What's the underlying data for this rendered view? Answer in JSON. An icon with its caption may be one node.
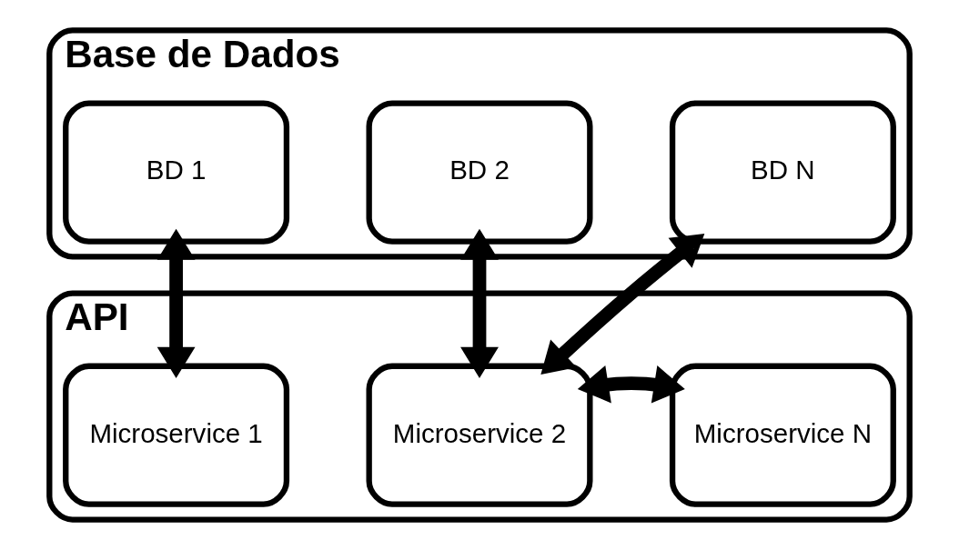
{
  "diagram": {
    "nodes": [
      {
        "text": [
          "Base de Dados"
        ]
      },
      {
        "text": [
          "BD 1"
        ],
        "in": 0
      },
      {
        "text": [
          "BD 2"
        ],
        "in": 0
      },
      {
        "text": [
          "BD N"
        ],
        "in": 0
      },
      {
        "text": [
          "API"
        ]
      },
      {
        "text": [
          "Microservice 1"
        ],
        "in": 4
      },
      {
        "text": [
          "Microservice 2"
        ],
        "in": 4
      },
      {
        "text": [
          "Microservice N"
        ],
        "in": 4
      }
    ],
    "edges": [
      {
        "from": 1,
        "to": 5,
        "arrow": "both"
      },
      {
        "from": 2,
        "to": 6,
        "arrow": "both"
      },
      {
        "from": 3,
        "to": 6,
        "arrow": "both"
      },
      {
        "from": 6,
        "to": 7,
        "arrow": "both"
      }
    ]
  }
}
